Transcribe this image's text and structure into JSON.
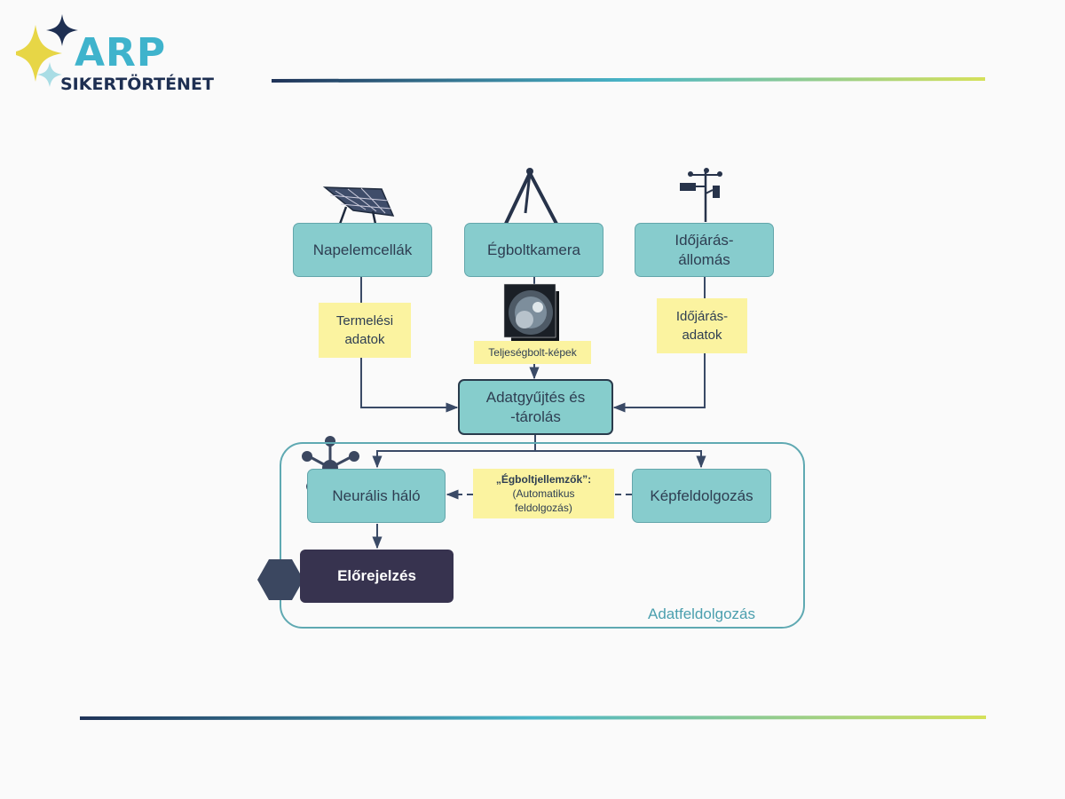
{
  "logo": {
    "brand": "ARP",
    "subtitle": "SIKERTÖRTÉNET"
  },
  "colors": {
    "frame_dark": "#1f3358",
    "frame_mid": "#49b5c8",
    "frame_light": "#d5e15a",
    "node_fill": "#87cccd",
    "label_fill": "#fbf3a0",
    "forecast_fill": "#37334f",
    "group_border": "#5fa9b2"
  },
  "icons": {
    "solar": "solar-panel-icon",
    "camera": "tripod-camera-icon",
    "weather": "weather-station-icon",
    "sky_image": "sky-image-stack-icon",
    "network": "neural-network-icon"
  },
  "nodes": {
    "solar_cells": "Napelemcellák",
    "sky_camera": "Égboltkamera",
    "weather_station_l1": "Időjárás-",
    "weather_station_l2": "állomás",
    "collection_l1": "Adatgyűjtés és",
    "collection_l2": "-tárolás",
    "neural_net": "Neurális háló",
    "image_processing": "Képfeldolgozás",
    "forecast": "Előrejelzés"
  },
  "labels": {
    "production_l1": "Termelési",
    "production_l2": "adatok",
    "sky_images": "Teljeségbolt-képek",
    "weather_l1": "Időjárás-",
    "weather_l2": "adatok",
    "features_title": "„Égboltjellemzők”:",
    "features_l2": "(Automatikus",
    "features_l3": "feldolgozás)"
  },
  "group": {
    "title": "Adatfeldolgozás"
  }
}
